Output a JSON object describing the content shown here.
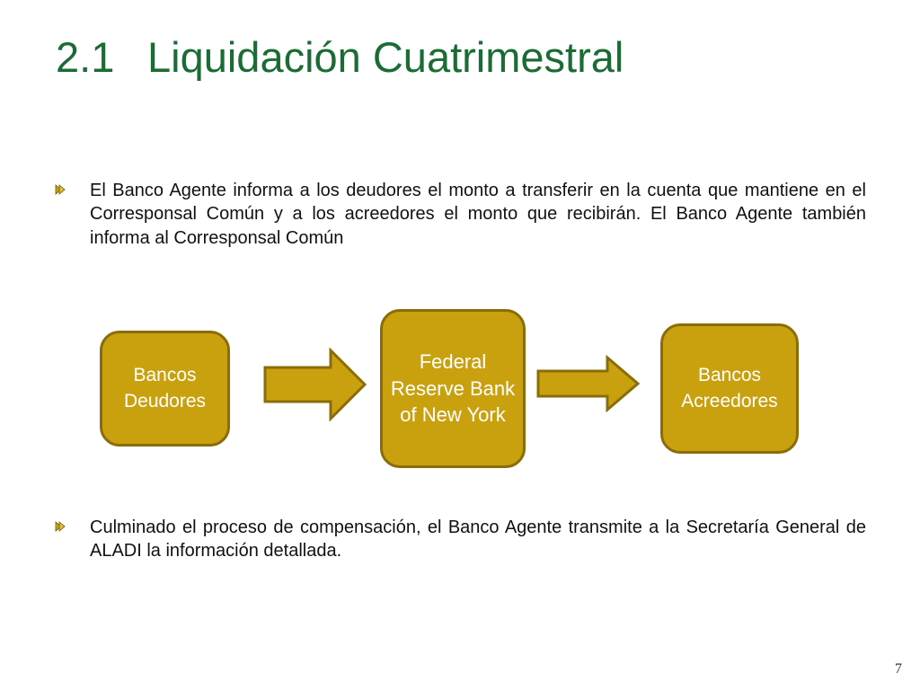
{
  "slide": {
    "title_number": "2.1",
    "title_text": "Liquidación Cuatrimestral",
    "page_number": "7"
  },
  "bullets": [
    {
      "icon": "chevron-right-bullet-icon",
      "text": "El Banco Agente informa a los deudores el monto a transferir en la cuenta que mantiene en el Corresponsal Común y a los acreedores el monto que recibirán. El Banco Agente también informa al Corresponsal Común"
    },
    {
      "icon": "chevron-right-bullet-icon",
      "text": "Culminado el proceso de compensación, el Banco Agente transmite a la Secretaría General de ALADI la información detallada."
    }
  ],
  "diagram": {
    "nodes": [
      {
        "id": "deudores",
        "label": "Bancos Deudores"
      },
      {
        "id": "fed",
        "label": "Federal Reserve Bank of New York"
      },
      {
        "id": "acreedores",
        "label": "Bancos Acreedores"
      }
    ],
    "edges": [
      {
        "from": "deudores",
        "to": "fed"
      },
      {
        "from": "fed",
        "to": "acreedores"
      }
    ]
  },
  "colors": {
    "title": "#1a6b34",
    "box_fill": "#c9a10e",
    "box_border": "#8a6d08",
    "box_text": "#ffffff",
    "bullet_marker": "#c9a10e"
  }
}
